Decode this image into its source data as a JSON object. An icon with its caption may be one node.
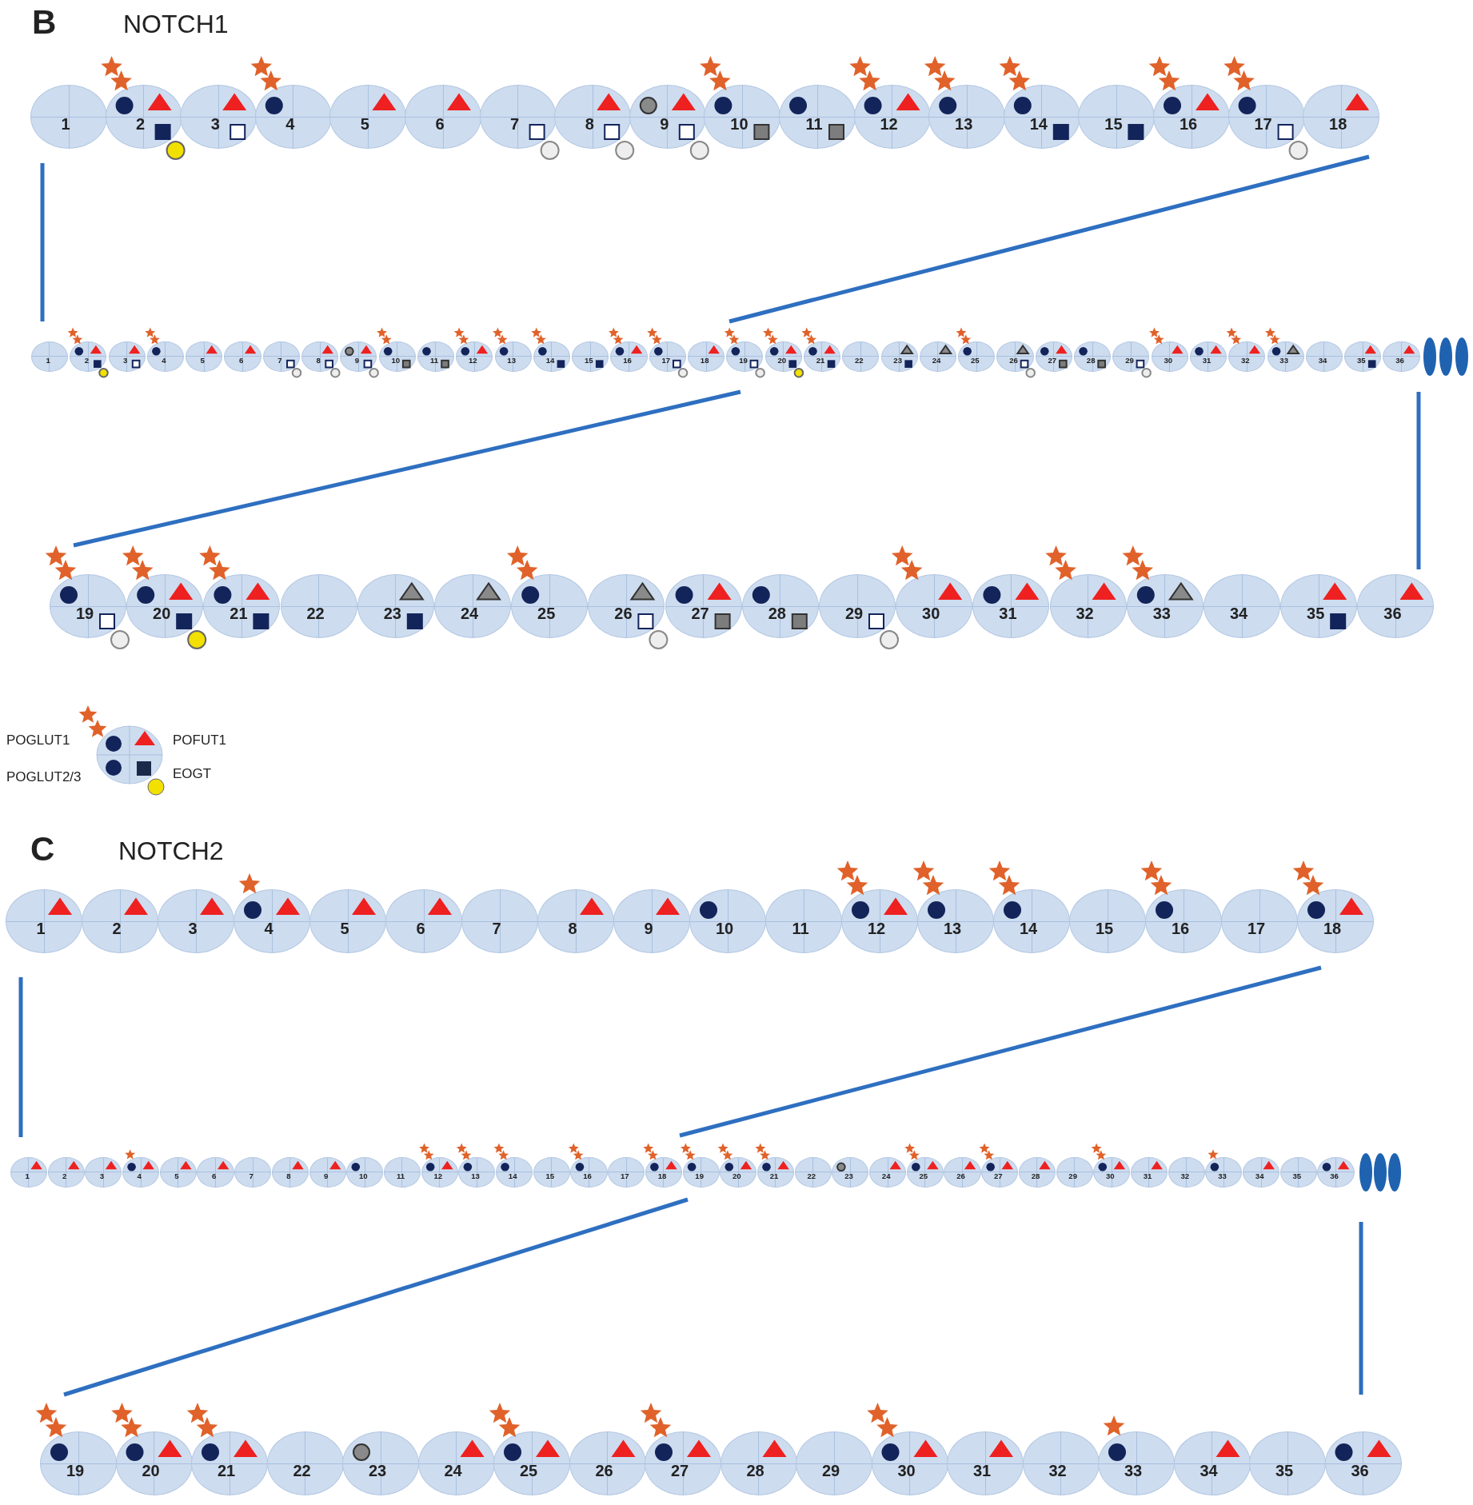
{
  "diagram": {
    "nodes": [
      {
        "text": [
          "1"
        ]
      },
      {
        "text": [
          "2"
        ]
      },
      {
        "text": [
          "3"
        ]
      },
      {
        "text": [
          "4"
        ]
      },
      {
        "text": [
          "5"
        ]
      },
      {
        "text": [
          "6"
        ]
      },
      {
        "text": [
          "7"
        ]
      },
      {
        "text": [
          "8"
        ]
      },
      {
        "text": [
          "9"
        ]
      },
      {
        "text": [
          "10"
        ]
      },
      {
        "text": [
          "11"
        ]
      },
      {
        "text": [
          "12"
        ]
      },
      {
        "text": [
          "13"
        ]
      },
      {
        "text": [
          "14"
        ]
      },
      {
        "text": [
          "15"
        ]
      },
      {
        "text": [
          "16"
        ]
      },
      {
        "text": [
          "17"
        ]
      },
      {
        "text": [
          "18"
        ]
      },
      {
        "text": [
          "1"
        ]
      },
      {
        "text": [
          "2"
        ]
      },
      {
        "text": [
          "3"
        ]
      },
      {
        "text": [
          "4"
        ]
      },
      {
        "text": [
          "5"
        ]
      },
      {
        "text": [
          "6"
        ]
      },
      {
        "text": [
          "7"
        ]
      },
      {
        "text": [
          "8"
        ]
      },
      {
        "text": [
          "9"
        ]
      },
      {
        "text": [
          "10"
        ]
      },
      {
        "text": [
          "11"
        ]
      },
      {
        "text": [
          "12"
        ]
      },
      {
        "text": [
          "13"
        ]
      },
      {
        "text": [
          "14"
        ]
      },
      {
        "text": [
          "15"
        ]
      },
      {
        "text": [
          "16"
        ]
      },
      {
        "text": [
          "17"
        ]
      },
      {
        "text": [
          "18"
        ]
      },
      {
        "text": [
          "19"
        ]
      },
      {
        "text": [
          "20"
        ]
      },
      {
        "text": [
          "21"
        ]
      },
      {
        "text": [
          "22"
        ]
      },
      {
        "text": [
          "23"
        ]
      },
      {
        "text": [
          "24"
        ]
      },
      {
        "text": [
          "25"
        ]
      },
      {
        "text": [
          "26"
        ]
      },
      {
        "text": [
          "27"
        ]
      },
      {
        "text": [
          "28"
        ]
      },
      {
        "text": [
          "29"
        ]
      },
      {
        "text": [
          "30"
        ]
      },
      {
        "text": [
          "31"
        ]
      },
      {
        "text": [
          "32"
        ]
      },
      {
        "text": [
          "33"
        ]
      },
      {
        "text": [
          "34"
        ]
      },
      {
        "text": [
          "35"
        ]
      },
      {
        "text": [
          "36"
        ]
      },
      {
        "text": [
          "19"
        ]
      },
      {
        "text": [
          "20"
        ]
      },
      {
        "text": [
          "21"
        ]
      },
      {
        "text": [
          "22"
        ]
      },
      {
        "text": [
          "23"
        ]
      },
      {
        "text": [
          "24"
        ]
      },
      {
        "text": [
          "25"
        ]
      },
      {
        "text": [
          "26"
        ]
      },
      {
        "text": [
          "27"
        ]
      },
      {
        "text": [
          "28"
        ]
      },
      {
        "text": [
          "29"
        ]
      },
      {
        "text": [
          "30"
        ]
      },
      {
        "text": [
          "31"
        ]
      },
      {
        "text": [
          "32"
        ]
      },
      {
        "text": [
          "33"
        ]
      },
      {
        "text": [
          "34"
        ]
      },
      {
        "text": [
          "35"
        ]
      },
      {
        "text": [
          "36"
        ]
      },
      {
        "text": [
          "1"
        ]
      },
      {
        "text": [
          "2"
        ]
      },
      {
        "text": [
          "3"
        ]
      },
      {
        "text": [
          "4"
        ]
      },
      {
        "text": [
          "5"
        ]
      },
      {
        "text": [
          "6"
        ]
      },
      {
        "text": [
          "7"
        ]
      },
      {
        "text": [
          "8"
        ]
      },
      {
        "text": [
          "9"
        ]
      },
      {
        "text": [
          "10"
        ]
      },
      {
        "text": [
          "11"
        ]
      },
      {
        "text": [
          "12"
        ]
      },
      {
        "text": [
          "13"
        ]
      },
      {
        "text": [
          "14"
        ]
      },
      {
        "text": [
          "15"
        ]
      },
      {
        "text": [
          "16"
        ]
      },
      {
        "text": [
          "17"
        ]
      },
      {
        "text": [
          "18"
        ]
      },
      {
        "text": [
          "1"
        ]
      },
      {
        "text": [
          "2"
        ]
      },
      {
        "text": [
          "3"
        ]
      },
      {
        "text": [
          "4"
        ]
      },
      {
        "text": [
          "5"
        ]
      },
      {
        "text": [
          "6"
        ]
      },
      {
        "text": [
          "7"
        ]
      },
      {
        "text": [
          "8"
        ]
      },
      {
        "text": [
          "9"
        ]
      },
      {
        "text": [
          "10"
        ]
      },
      {
        "text": [
          "11"
        ]
      },
      {
        "text": [
          "12"
        ]
      },
      {
        "text": [
          "13"
        ]
      },
      {
        "text": [
          "14"
        ]
      },
      {
        "text": [
          "15"
        ]
      },
      {
        "text": [
          "16"
        ]
      },
      {
        "text": [
          "17"
        ]
      },
      {
        "text": [
          "18"
        ]
      },
      {
        "text": [
          "19"
        ]
      },
      {
        "text": [
          "20"
        ]
      },
      {
        "text": [
          "21"
        ]
      },
      {
        "text": [
          "22"
        ]
      },
      {
        "text": [
          "23"
        ]
      },
      {
        "text": [
          "24"
        ]
      },
      {
        "text": [
          "25"
        ]
      },
      {
        "text": [
          "26"
        ]
      },
      {
        "text": [
          "27"
        ]
      },
      {
        "text": [
          "28"
        ]
      },
      {
        "text": [
          "29"
        ]
      },
      {
        "text": [
          "30"
        ]
      },
      {
        "text": [
          "31"
        ]
      },
      {
        "text": [
          "32"
        ]
      },
      {
        "text": [
          "33"
        ]
      },
      {
        "text": [
          "34"
        ]
      },
      {
        "text": [
          "35"
        ]
      },
      {
        "text": [
          "36"
        ]
      },
      {
        "text": [
          "19"
        ]
      },
      {
        "text": [
          "20"
        ]
      },
      {
        "text": [
          "21"
        ]
      },
      {
        "text": [
          "22"
        ]
      },
      {
        "text": [
          "23"
        ]
      },
      {
        "text": [
          "24"
        ]
      },
      {
        "text": [
          "25"
        ]
      },
      {
        "text": [
          "26"
        ]
      },
      {
        "text": [
          "27"
        ]
      },
      {
        "text": [
          "28"
        ]
      },
      {
        "text": [
          "29"
        ]
      },
      {
        "text": [
          "30"
        ]
      },
      {
        "text": [
          "31"
        ]
      },
      {
        "text": [
          "32"
        ]
      },
      {
        "text": [
          "33"
        ]
      },
      {
        "text": [
          "34"
        ]
      },
      {
        "text": [
          "35"
        ]
      },
      {
        "text": [
          "36"
        ]
      }
    ],
    "labels": [
      "B",
      "NOTCH1",
      "C",
      "NOTCH2"
    ],
    "legend": [
      {
        "text": "POGLUT1"
      },
      {
        "text": "POFUT1"
      },
      {
        "text": "POGLUT2/3"
      },
      {
        "text": "EOGT"
      }
    ]
  }
}
